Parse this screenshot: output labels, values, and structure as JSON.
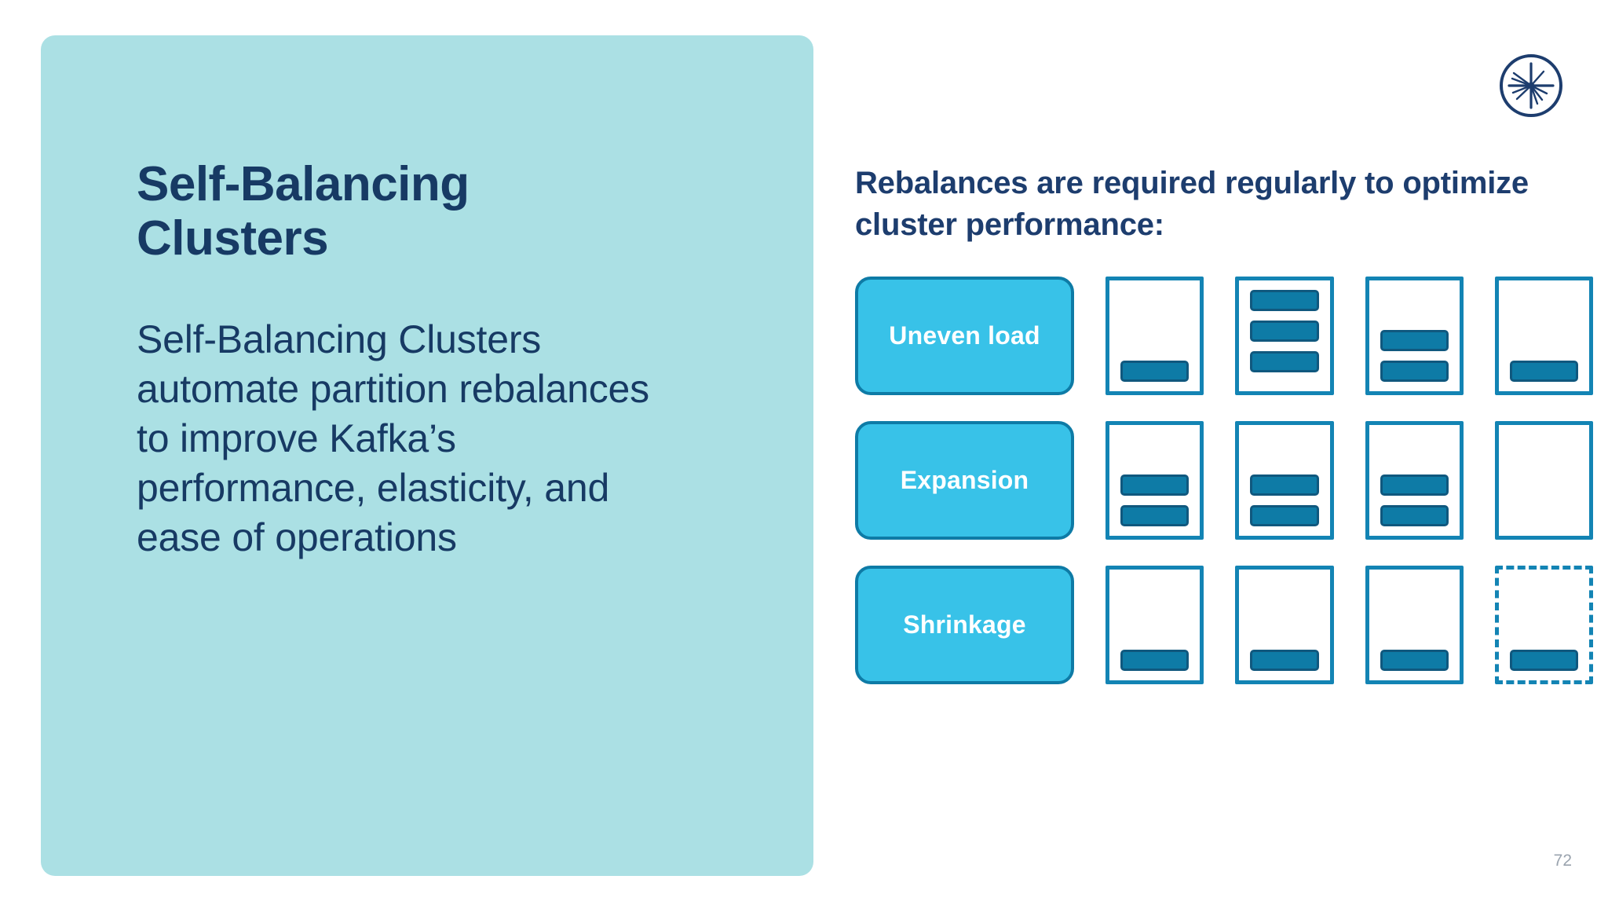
{
  "slide": {
    "title": "Self-Balancing Clusters",
    "body": "Self-Balancing Clusters automate partition rebalances to improve Kafka’s performance, elasticity, and ease of operations",
    "page_number": "72",
    "logo_name": "confluent-logo-icon",
    "colors": {
      "panel_background": "#ABE0E4",
      "heading_text": "#173A64",
      "label_fill": "#38C2E8",
      "label_border": "#0E7BA6",
      "box_border": "#1384B4",
      "bar_fill": "#0E7BA6",
      "bar_border": "#10587E",
      "page_number": "#9AA3AE",
      "slide_background": "#FFFFFF"
    }
  },
  "right": {
    "heading": "Rebalances are required regularly to optimize cluster performance:",
    "diagram": {
      "rows": [
        {
          "label": "Uneven load",
          "boxes": [
            {
              "style": "solid",
              "align": "bottom",
              "bars": 1
            },
            {
              "style": "solid",
              "align": "top",
              "bars": 3
            },
            {
              "style": "solid",
              "align": "bottom",
              "bars": 2
            },
            {
              "style": "solid",
              "align": "bottom",
              "bars": 1
            }
          ]
        },
        {
          "label": "Expansion",
          "boxes": [
            {
              "style": "solid",
              "align": "bottom",
              "bars": 2
            },
            {
              "style": "solid",
              "align": "bottom",
              "bars": 2
            },
            {
              "style": "solid",
              "align": "bottom",
              "bars": 2
            },
            {
              "style": "solid",
              "align": "bottom",
              "bars": 0
            }
          ]
        },
        {
          "label": "Shrinkage",
          "boxes": [
            {
              "style": "solid",
              "align": "bottom",
              "bars": 1
            },
            {
              "style": "solid",
              "align": "bottom",
              "bars": 1
            },
            {
              "style": "solid",
              "align": "bottom",
              "bars": 1
            },
            {
              "style": "dashed",
              "align": "bottom",
              "bars": 1
            }
          ]
        }
      ]
    }
  }
}
